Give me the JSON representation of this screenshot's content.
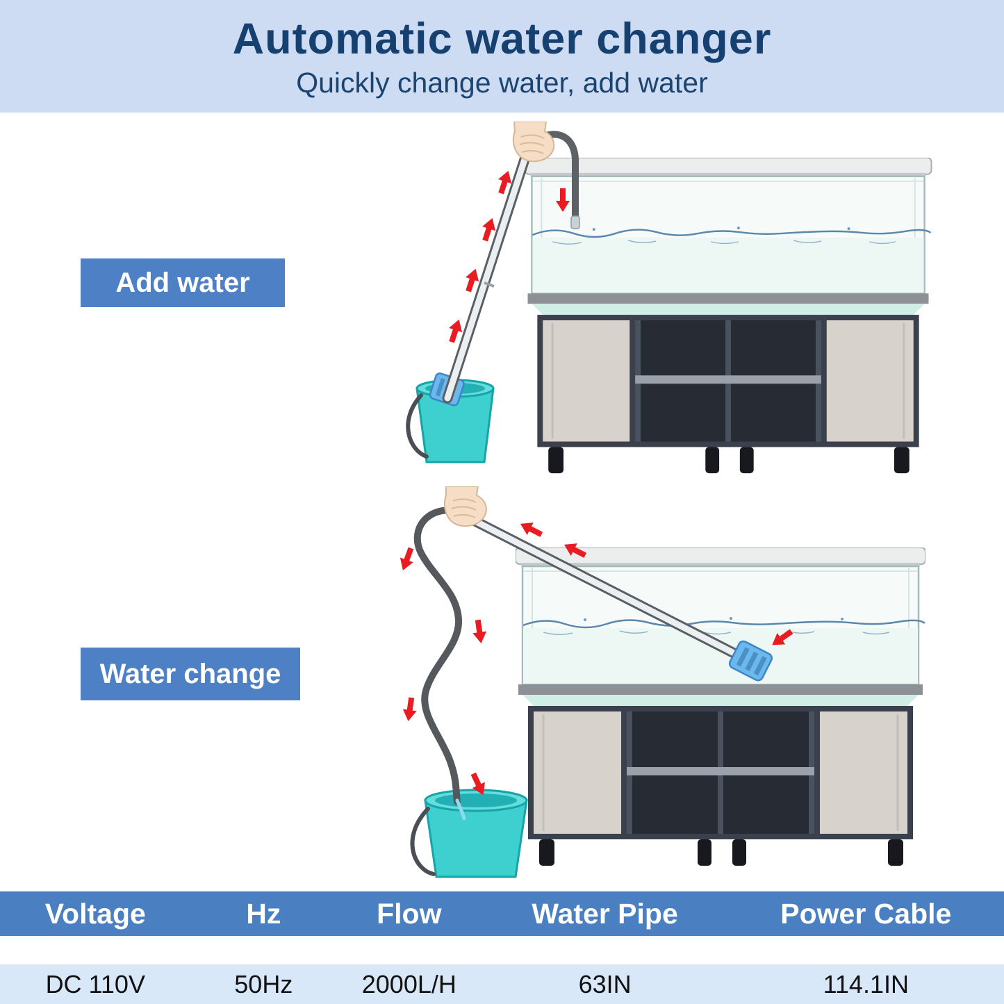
{
  "header": {
    "title": "Automatic water changer",
    "subtitle": "Quickly change water, add water"
  },
  "labels": {
    "add_water": "Add water",
    "water_change": "Water change"
  },
  "spec_table": {
    "type": "table",
    "headers": [
      "Voltage",
      "Hz",
      "Flow",
      "Water Pipe",
      "Power Cable"
    ],
    "values": [
      "DC 110V",
      "50Hz",
      "2000L/H",
      "63IN",
      "114.1IN"
    ]
  },
  "icons": {
    "bucket": "bucket-icon",
    "hand": "hand-icon",
    "hose": "hose-icon",
    "pump": "pump-head-icon",
    "arrow": "flow-arrow-icon",
    "aquarium": "aquarium-cabinet-illustration"
  },
  "colors": {
    "header_bg": "#cddcf3",
    "title_text": "#15406f",
    "badge_bg": "#4d80c4",
    "table_header_bg": "#4a7fc2",
    "table_value_bg": "#d8e8f8",
    "arrow_red": "#ea1c23",
    "bucket_teal": "#3ecfcf",
    "water_line_blue": "#5b87ad"
  }
}
